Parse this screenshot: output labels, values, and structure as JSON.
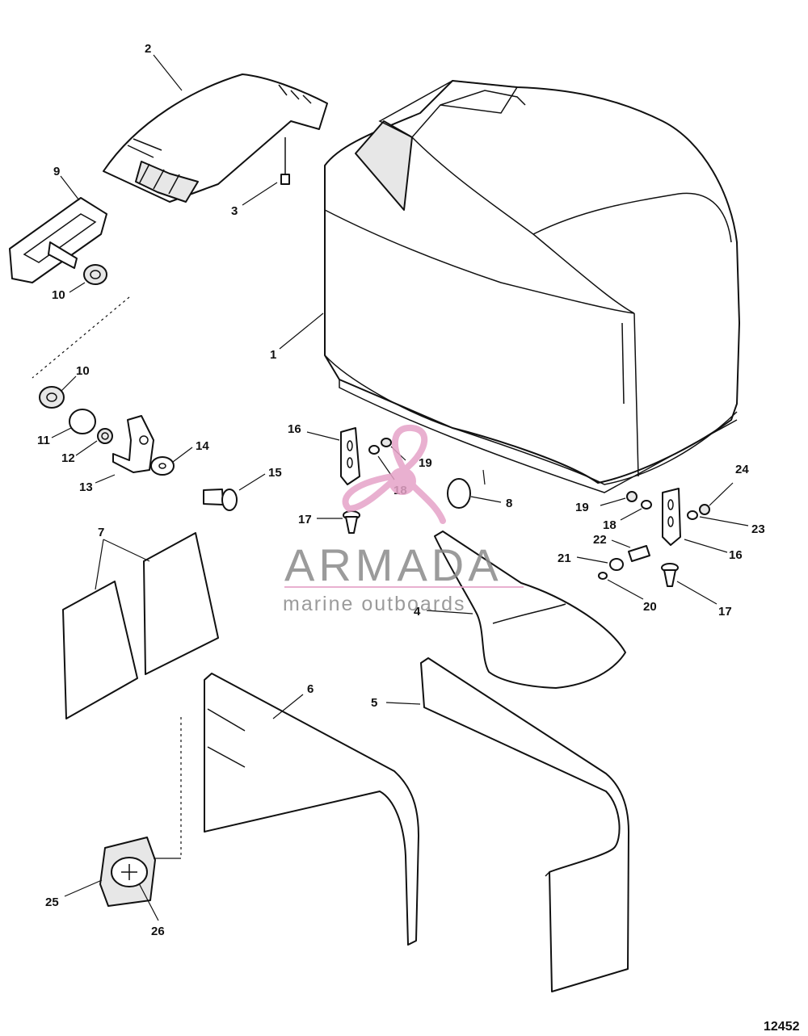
{
  "figure_number": "12452",
  "callouts": [
    "1",
    "2",
    "3",
    "4",
    "5",
    "6",
    "7",
    "8",
    "9",
    "10",
    "10",
    "11",
    "12",
    "13",
    "14",
    "15",
    "16",
    "16",
    "17",
    "17",
    "18",
    "18",
    "19",
    "19",
    "20",
    "21",
    "22",
    "23",
    "24",
    "25",
    "26"
  ],
  "watermark": {
    "brand": "ARMADA",
    "tagline": "marine outboards",
    "colors": {
      "logo": "#e6a3c8",
      "text": "#8a8a8a",
      "line": "#e6a3c8"
    }
  }
}
